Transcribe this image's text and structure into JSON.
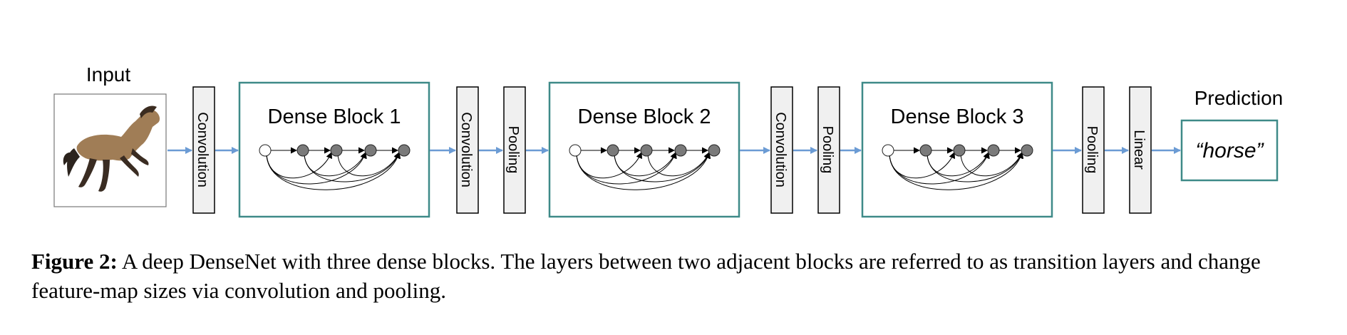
{
  "diagram": {
    "input_label": "Input",
    "input_image": "horse-photo",
    "prediction_label": "Prediction",
    "prediction_value": "“horse”",
    "layers": {
      "conv0": "Convolution",
      "conv1": "Convolution",
      "pool1": "Pooling",
      "conv2": "Convolution",
      "pool2": "Pooling",
      "pool3": "Pooling",
      "linear": "Linear"
    },
    "blocks": [
      {
        "title": "Dense Block 1"
      },
      {
        "title": "Dense Block 2"
      },
      {
        "title": "Dense Block 3"
      }
    ],
    "colors": {
      "block_border": "#3e8a88",
      "arrow": "#6b9bd4",
      "layer_fill": "#f0f0f0",
      "node_fill": "#7a7a7a",
      "input_node_fill": "#ffffff"
    }
  },
  "caption": {
    "label": "Figure 2:",
    "text": " A deep DenseNet with three dense blocks. The layers between two adjacent blocks are referred to as transition layers and change feature-map sizes via convolution and pooling."
  }
}
